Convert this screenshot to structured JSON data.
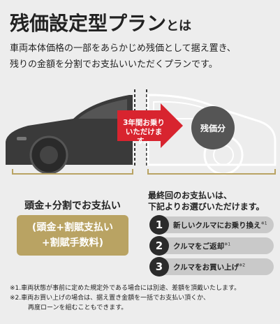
{
  "title": {
    "main": "残価設定型プラン",
    "suffix": "とは"
  },
  "lead": {
    "line1": "車両本体価格の一部をあらかじめ残価として据え置き、",
    "line2": "残りの金額を分割でお支払いいただくプランです。"
  },
  "arrow_label": {
    "line1": "3年間お乗り",
    "line2": "いただけます。"
  },
  "residual_label": "残価分",
  "left": {
    "caption": "頭金+分割でお支払い",
    "box_line1": "(頭金+割賦支払い",
    "box_line2": "+割賦手数料)"
  },
  "right": {
    "caption_line1": "最終回のお支払いは、",
    "caption_line2": "下記よりお選びいただけます。",
    "options": [
      {
        "num": "1",
        "label": "新しいクルマにお乗り換え",
        "note": "※1"
      },
      {
        "num": "2",
        "label": "クルマをご返却",
        "note": "※1"
      },
      {
        "num": "3",
        "label": "クルマをお買い上げ",
        "note": "※2"
      }
    ]
  },
  "notes": {
    "n1": "※1.車両状態が事前に定めた規定外である場合には別途、差額を頂戴いたします。",
    "n2a": "※2.車両お買い上げの場合は、据え置き金額を一括でお支払い頂くか、",
    "n2b": "再度ローンを組むこともできます。"
  },
  "colors": {
    "accent_red": "#d8242f",
    "gold": "#b9a363",
    "dark": "#2b2b2b",
    "pill": "#c9c9c9"
  }
}
